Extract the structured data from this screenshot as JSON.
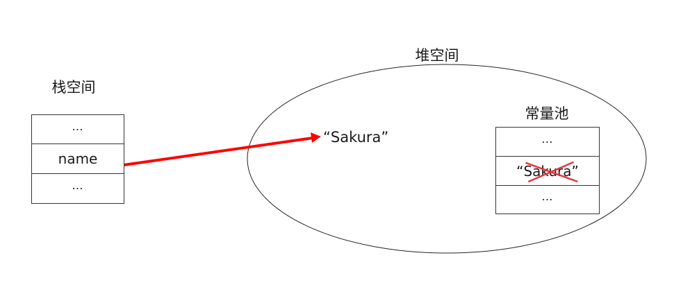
{
  "stack": {
    "title": "栈空间",
    "cells": [
      {
        "text": "…"
      },
      {
        "text": "name"
      },
      {
        "text": "…"
      }
    ]
  },
  "heap": {
    "title": "堆空间",
    "object_value": "“Sakura”"
  },
  "constant_pool": {
    "title": "常量池",
    "cells": [
      {
        "text": "…"
      },
      {
        "text": "“Sakura”",
        "struck_out": true
      },
      {
        "text": "…"
      }
    ]
  },
  "colors": {
    "reference_arrow": "#ff0000",
    "strike_cross": "#e8313a",
    "outline": "#333333"
  }
}
